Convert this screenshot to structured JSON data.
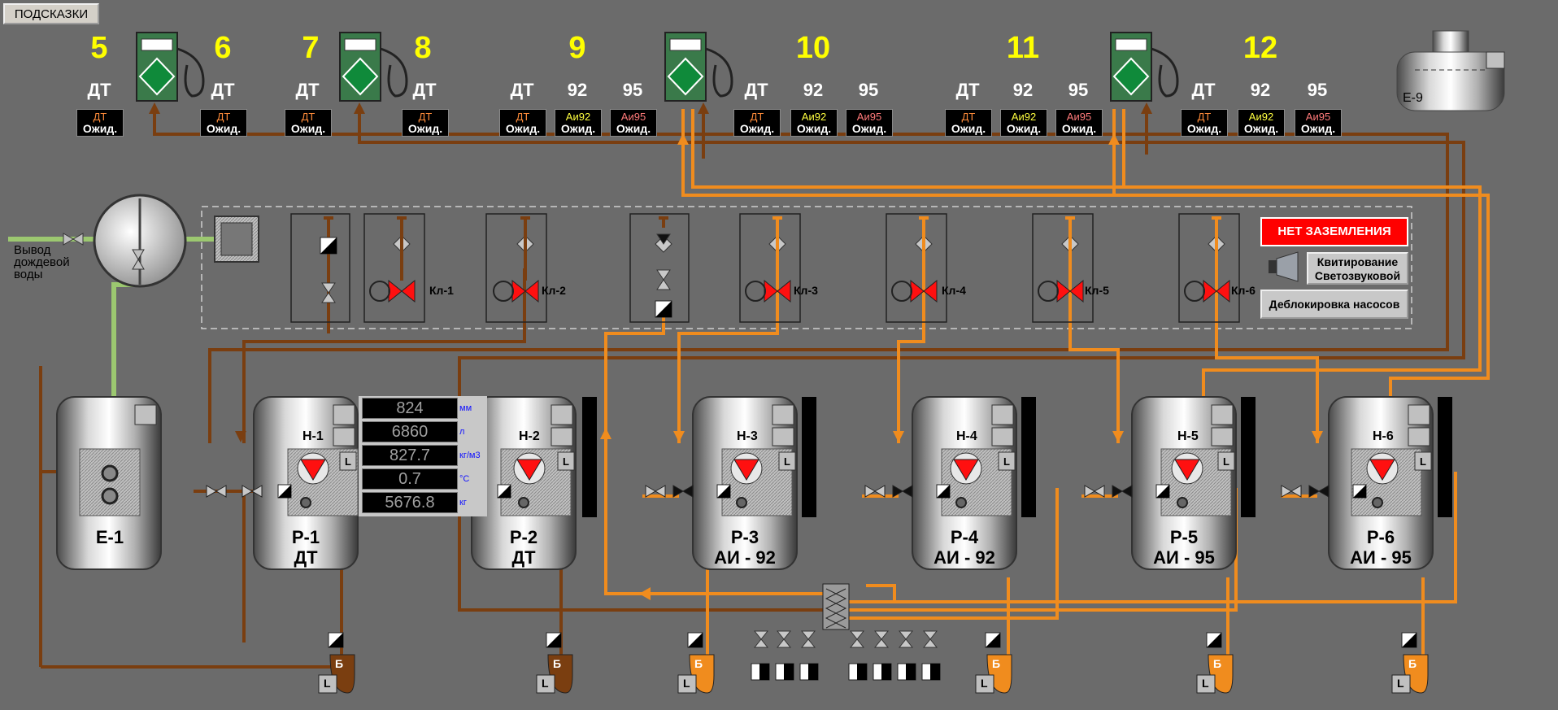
{
  "toolbar": {
    "hints_label": "ПОДСКАЗКИ"
  },
  "dispensers": [
    {
      "num_a": "5",
      "num_b": "6"
    },
    {
      "num_a": "7",
      "num_b": "8"
    },
    {
      "num_a": "9",
      "num_b": "10"
    },
    {
      "num_a": "11",
      "num_b": "12"
    }
  ],
  "fuel_labels": [
    "ДТ",
    "ДТ",
    "ДТ",
    "ДТ",
    "ДТ",
    "92",
    "95",
    "ДТ",
    "92",
    "95",
    "ДТ",
    "92",
    "95",
    "ДТ",
    "92",
    "95"
  ],
  "status_boxes": [
    {
      "fuel": "ДТ",
      "state": "Ожид."
    },
    {
      "fuel": "ДТ",
      "state": "Ожид."
    },
    {
      "fuel": "ДТ",
      "state": "Ожид."
    },
    {
      "fuel": "ДТ",
      "state": "Ожид."
    },
    {
      "fuel": "ДТ",
      "state": "Ожид."
    },
    {
      "fuel": "Аи92",
      "state": "Ожид."
    },
    {
      "fuel": "Аи95",
      "state": "Ожид."
    },
    {
      "fuel": "ДТ",
      "state": "Ожид."
    },
    {
      "fuel": "Аи92",
      "state": "Ожид."
    },
    {
      "fuel": "Аи95",
      "state": "Ожид."
    },
    {
      "fuel": "ДТ",
      "state": "Ожид."
    },
    {
      "fuel": "Аи92",
      "state": "Ожид."
    },
    {
      "fuel": "Аи95",
      "state": "Ожид."
    },
    {
      "fuel": "ДТ",
      "state": "Ожид."
    },
    {
      "fuel": "Аи92",
      "state": "Ожид."
    },
    {
      "fuel": "Аи95",
      "state": "Ожид."
    }
  ],
  "tank_e9": {
    "label": "Е-9"
  },
  "rain_drain": {
    "line1": "Вывод",
    "line2": "дождевой",
    "line3": "воды"
  },
  "controls": {
    "alarm": "НЕТ ЗАЗЕМЛЕНИЯ",
    "ack_line1": "Квитирование",
    "ack_line2": "Светозвуковой",
    "unlock": "Деблокировка насосов"
  },
  "valves": [
    "Кл-1",
    "Кл-2",
    "Кл-3",
    "Кл-4",
    "Кл-5",
    "Кл-6"
  ],
  "pumps": [
    "Н-1",
    "Н-2",
    "Н-3",
    "Н-4",
    "Н-5",
    "Н-6"
  ],
  "tanks": [
    {
      "name": "Е-1",
      "fuel": ""
    },
    {
      "name": "Р-1",
      "fuel": "ДТ"
    },
    {
      "name": "Р-2",
      "fuel": "ДТ"
    },
    {
      "name": "Р-3",
      "fuel": "АИ - 92"
    },
    {
      "name": "Р-4",
      "fuel": "АИ - 92"
    },
    {
      "name": "Р-5",
      "fuel": "АИ - 95"
    },
    {
      "name": "Р-6",
      "fuel": "АИ - 95"
    }
  ],
  "measurements": [
    {
      "value": "824",
      "unit": "мм"
    },
    {
      "value": "6860",
      "unit": "л"
    },
    {
      "value": "827.7",
      "unit": "кг/м3"
    },
    {
      "value": "0.7",
      "unit": "°С"
    },
    {
      "value": "5676.8",
      "unit": "кг"
    }
  ],
  "drain_tank_label": "Б",
  "icon_labels": {
    "level": "L"
  },
  "colors": {
    "background": "#6b6b6b",
    "pipe_dt": "#7a3e10",
    "pipe_petrol": "#f08c1e",
    "pipe_water": "#9cc870",
    "dispenser_green": "#0f8a3a",
    "pump_red": "#ff1010",
    "number_yellow": "#ffff00",
    "alarm_red": "#ff0000"
  }
}
